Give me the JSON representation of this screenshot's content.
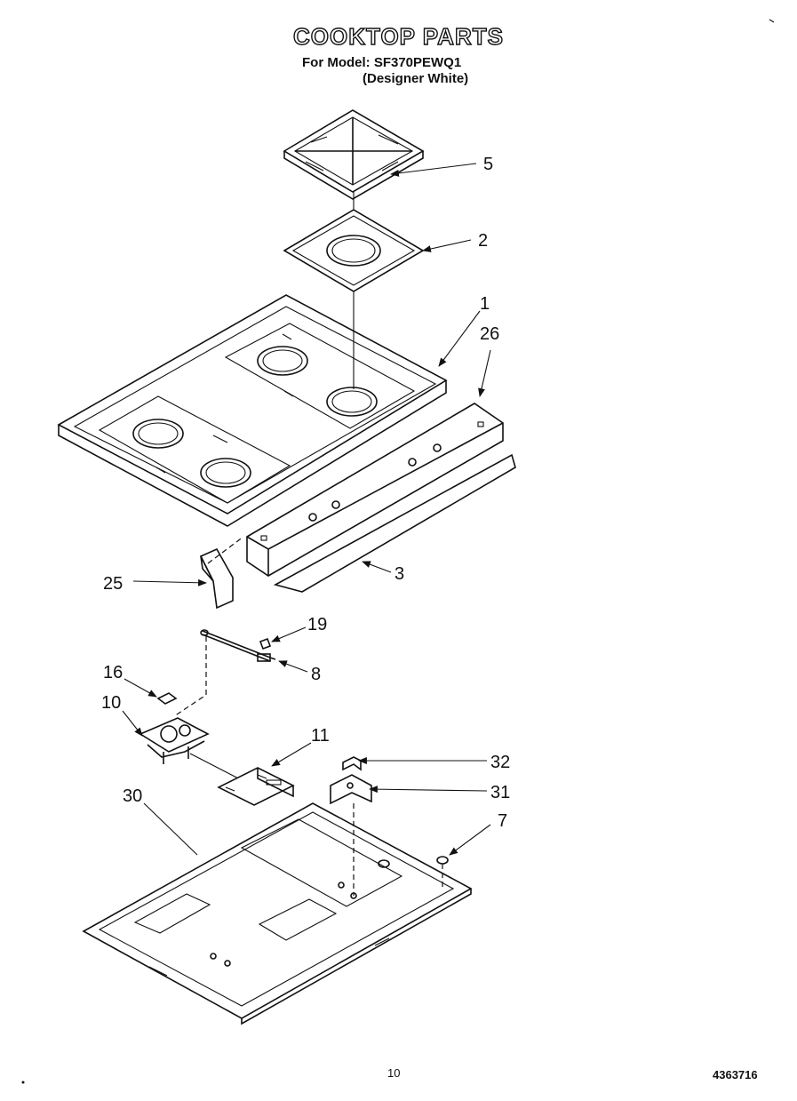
{
  "header": {
    "title": "COOKTOP PARTS",
    "model_line": "For Model: SF370PEWQ1",
    "variant_line": "(Designer White)"
  },
  "footer": {
    "page_number": "10",
    "document_number": "4363716"
  },
  "callouts": {
    "c5": "5",
    "c2": "2",
    "c1": "1",
    "c26": "26",
    "c3": "3",
    "c25": "25",
    "c19": "19",
    "c8": "8",
    "c16": "16",
    "c10": "10",
    "c11": "11",
    "c32": "32",
    "c31": "31",
    "c30": "30",
    "c7": "7"
  }
}
